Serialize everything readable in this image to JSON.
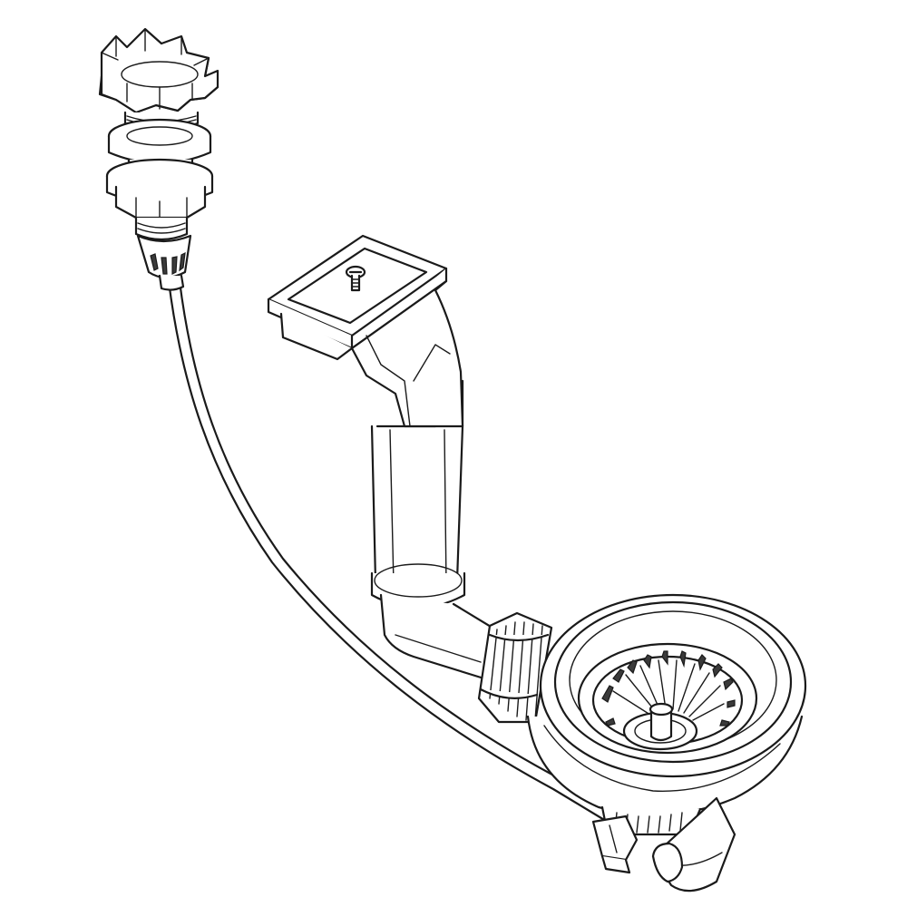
{
  "figure": {
    "background": "#ffffff",
    "line_color": "#1a1a1a",
    "style": "monochrome technical line drawing",
    "components": [
      {
        "id": "control-knob",
        "icon": "star-knob-icon"
      },
      {
        "id": "bowden-cable",
        "icon": "cable-icon"
      },
      {
        "id": "overflow-inlet",
        "icon": "rectangular-overflow-icon"
      },
      {
        "id": "overflow-pipe",
        "icon": "pipe-icon"
      },
      {
        "id": "union-nut",
        "icon": "ribbed-nut-icon"
      },
      {
        "id": "basket-strainer",
        "icon": "strainer-basket-icon"
      },
      {
        "id": "waste-outlet",
        "icon": "outlet-spigot-icon"
      }
    ]
  }
}
